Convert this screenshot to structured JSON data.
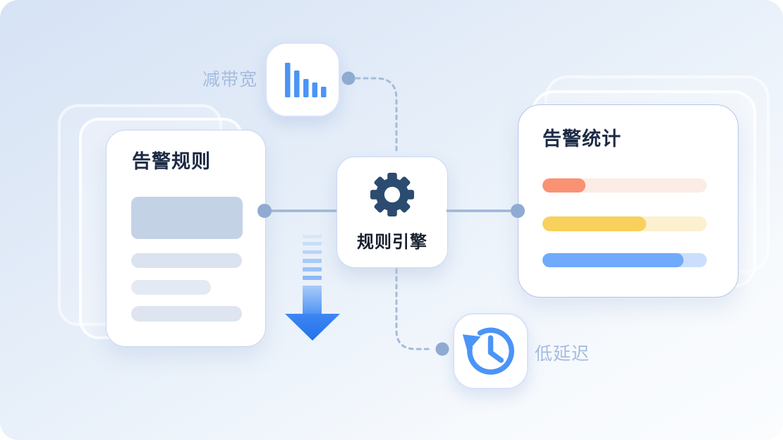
{
  "illustration": {
    "left_card": {
      "title": "告警规则",
      "placeholder_rows": 4
    },
    "engine_card": {
      "title": "规则引擎",
      "icon": "gear-icon"
    },
    "right_card": {
      "title": "告警统计",
      "bars": [
        {
          "label": "stat-bar-1",
          "fill": "#f99273",
          "track": "#fcece5",
          "percent": 26
        },
        {
          "label": "stat-bar-2",
          "fill": "#f8d05c",
          "track": "#fcf0cf",
          "percent": 63
        },
        {
          "label": "stat-bar-3",
          "fill": "#70aafa",
          "track": "#cbdffc",
          "percent": 86
        }
      ]
    },
    "bandwidth_badge": {
      "label": "减带宽",
      "icon": "bar-chart-icon"
    },
    "latency_badge": {
      "label": "低延迟",
      "icon": "history-clock-icon"
    }
  },
  "colors": {
    "accent": "#4b94f7",
    "gear": "#2b4b70",
    "connector": "#9db5d8",
    "dot": "#8fabd2",
    "dash": "#a4bcdb",
    "label": "#a5bcde",
    "title": "#1c2b45",
    "arrow-strong": "#2372ea",
    "arrow-light": "#a9ccf8"
  }
}
